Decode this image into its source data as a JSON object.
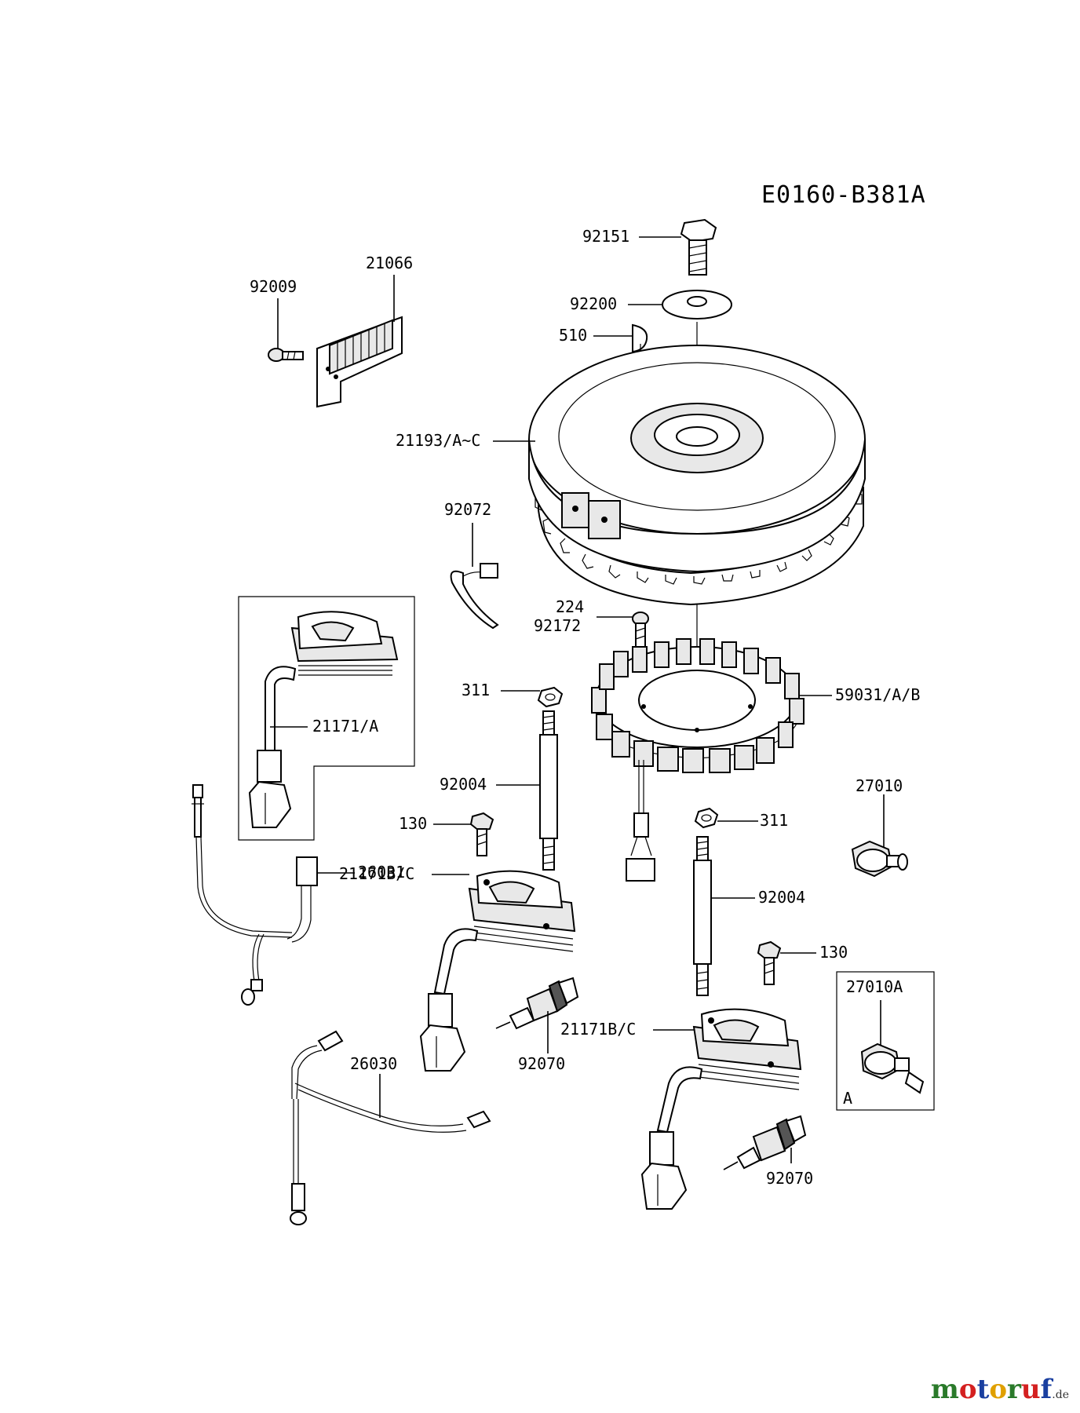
{
  "diagram_code": "E0160-B381A",
  "parts": {
    "p92151": "92151",
    "p92200": "92200",
    "p510": "510",
    "p21066": "21066",
    "p92009": "92009",
    "p21193": "21193/A~C",
    "p92072": "92072",
    "p224": "224",
    "p92172": "92172",
    "p311a": "311",
    "p59031": "59031/A/B",
    "p21171a": "21171/A",
    "p92004a": "92004",
    "p27010": "27010",
    "p130a": "130",
    "p311b": "311",
    "p26031": "26031",
    "p21171bc1": "21171B/C",
    "p92004b": "92004",
    "p130b": "130",
    "p27010A": "27010A",
    "pA": "A",
    "p21171bc2": "21171B/C",
    "p92070a": "92070",
    "p26030": "26030",
    "p92070b": "92070"
  },
  "watermark": {
    "brand_m": "m",
    "brand_o1": "o",
    "brand_t": "t",
    "brand_o2": "o",
    "brand_r": "r",
    "brand_u": "u",
    "brand_f": "f",
    "domain": ".de"
  },
  "colors": {
    "m": "#2a7a2a",
    "o1": "#d42020",
    "t": "#1a3fa0",
    "o2": "#e0a000",
    "r": "#2a7a2a",
    "u": "#d42020",
    "f": "#1a3fa0"
  }
}
